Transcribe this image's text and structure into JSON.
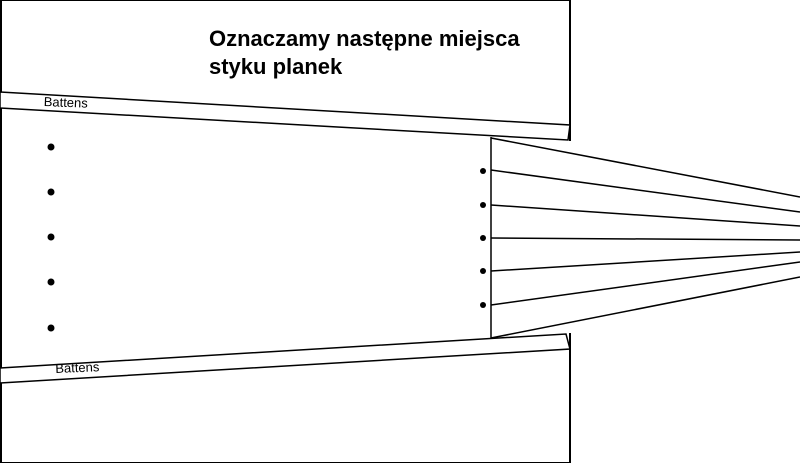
{
  "title": {
    "line1": "Oznaczamy następne miejsca",
    "line2": "styku planek"
  },
  "battens": {
    "top_label": "Battens",
    "bottom_label": "Battens"
  },
  "colors": {
    "stroke": "#000000",
    "background": "#ffffff"
  }
}
